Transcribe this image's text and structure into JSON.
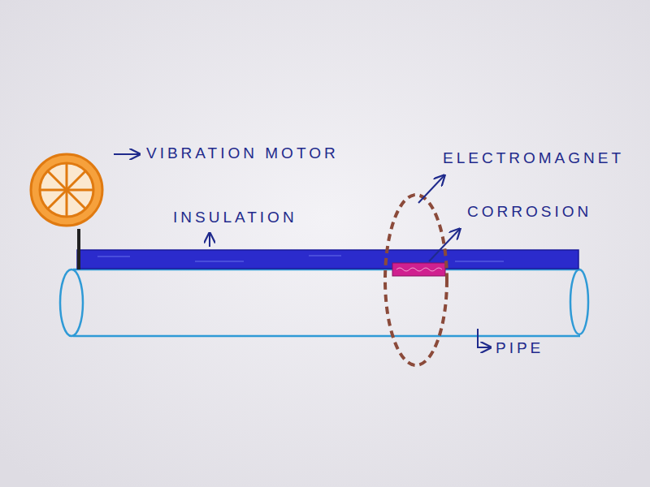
{
  "diagram": {
    "labels": [
      "VIBRATION MOTOR",
      "ELECTROMAGNET",
      "CORROSION",
      "INSULATION",
      "PIPE"
    ]
  }
}
